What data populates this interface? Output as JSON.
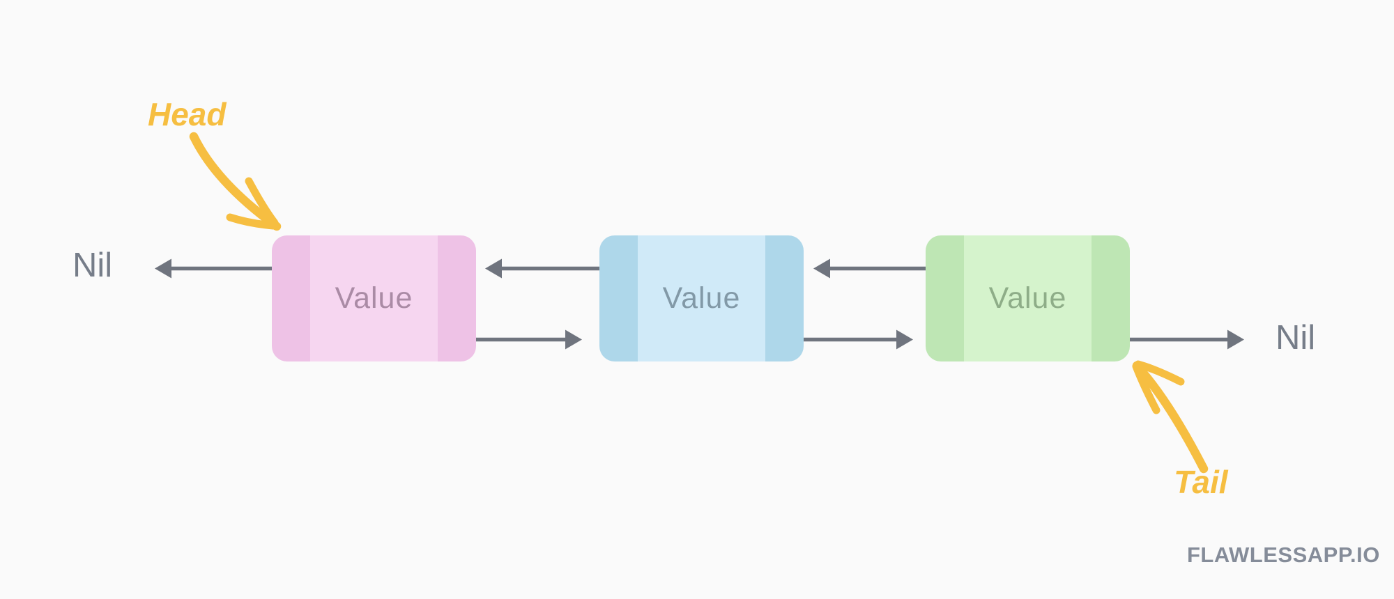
{
  "diagram": {
    "type": "doubly-linked-list",
    "head_label": "Head",
    "tail_label": "Tail",
    "nil_left": "Nil",
    "nil_right": "Nil",
    "nodes": [
      {
        "label": "Value",
        "fill_center": "#f6d6f0",
        "fill_side": "#eec2e6",
        "text_color": "#aa8ba5"
      },
      {
        "label": "Value",
        "fill_center": "#d0eaf8",
        "fill_side": "#aed7ea",
        "text_color": "#8299a7"
      },
      {
        "label": "Value",
        "fill_center": "#d5f3cc",
        "fill_side": "#bee6b4",
        "text_color": "#8ead88"
      }
    ],
    "colors": {
      "background": "#fafafa",
      "pointer_arrow": "#6f747e",
      "annotation_accent": "#f6be41",
      "nil_text": "#767d89",
      "watermark_text": "#858c99"
    },
    "watermark": "FLAWLESSAPP.IO"
  }
}
